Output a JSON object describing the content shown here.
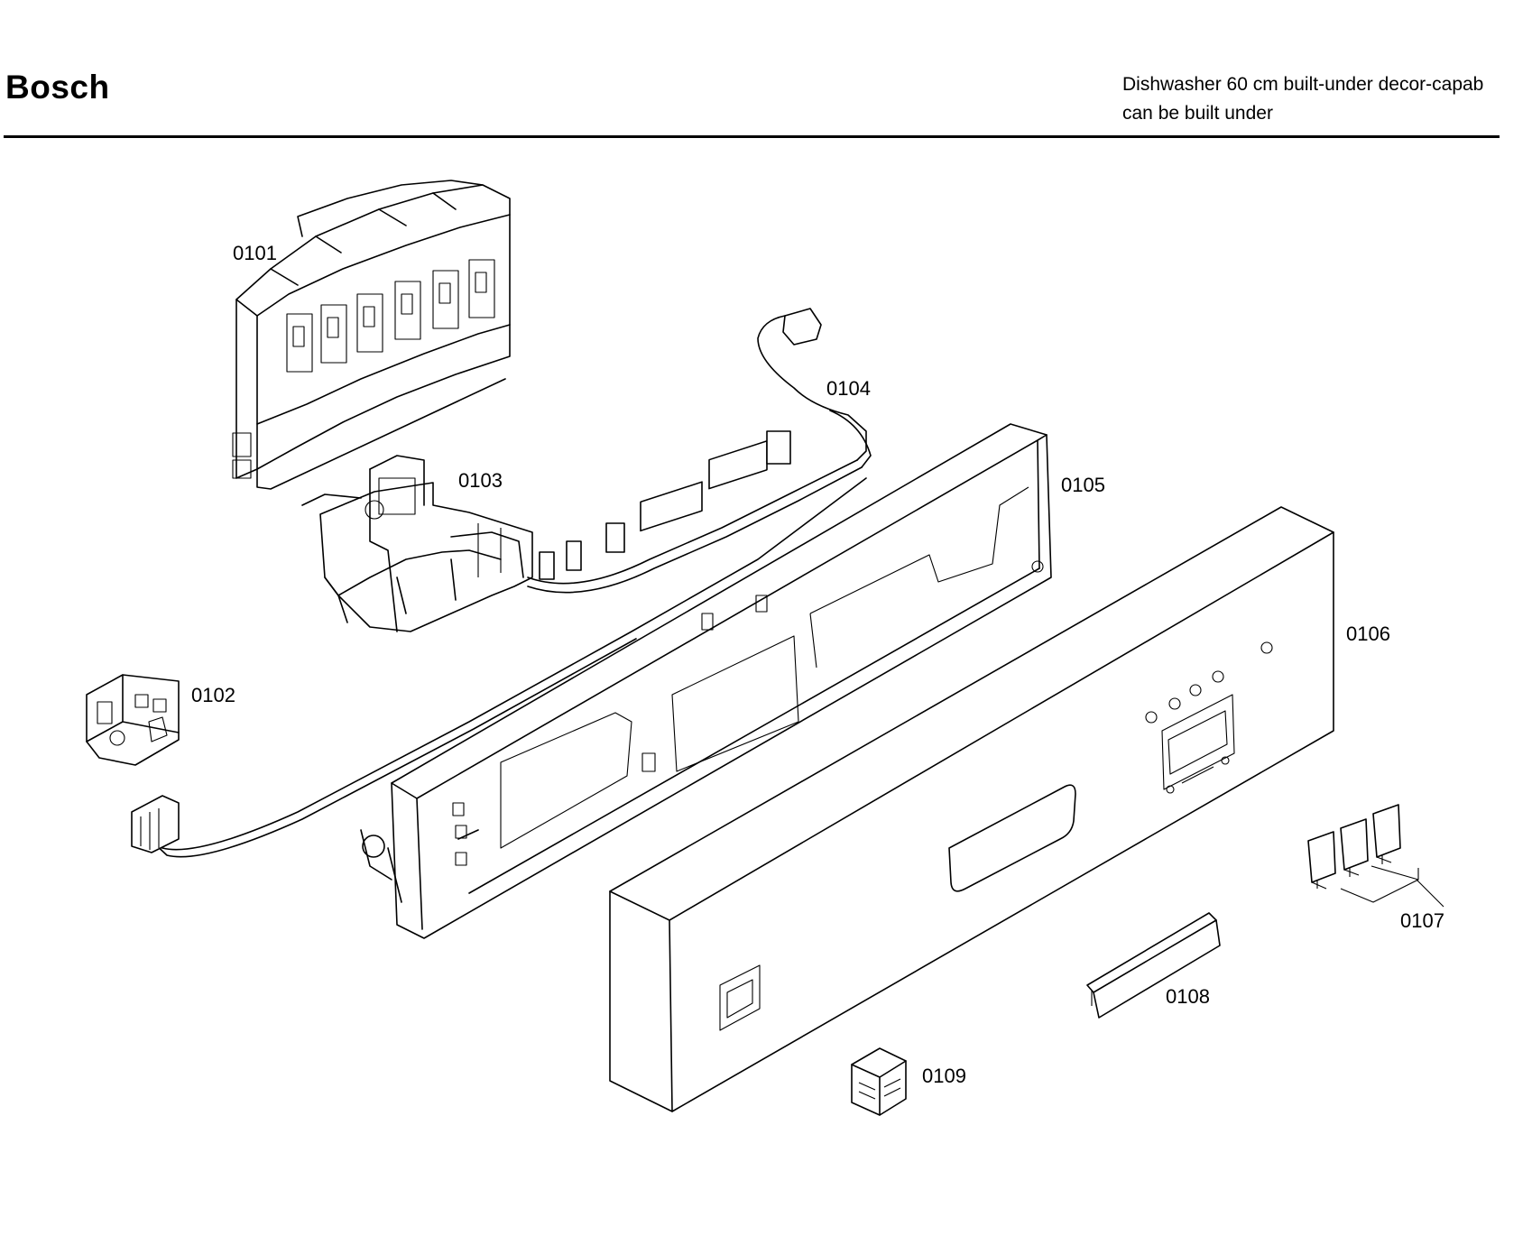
{
  "header": {
    "brand": "Bosch",
    "subtitle_line1": "Dishwasher 60 cm built-under decor-capab",
    "subtitle_line2": "can be built under"
  },
  "parts": [
    {
      "id": "0101"
    },
    {
      "id": "0102"
    },
    {
      "id": "0103"
    },
    {
      "id": "0104"
    },
    {
      "id": "0105"
    },
    {
      "id": "0106"
    },
    {
      "id": "0107"
    },
    {
      "id": "0108"
    },
    {
      "id": "0109"
    }
  ]
}
